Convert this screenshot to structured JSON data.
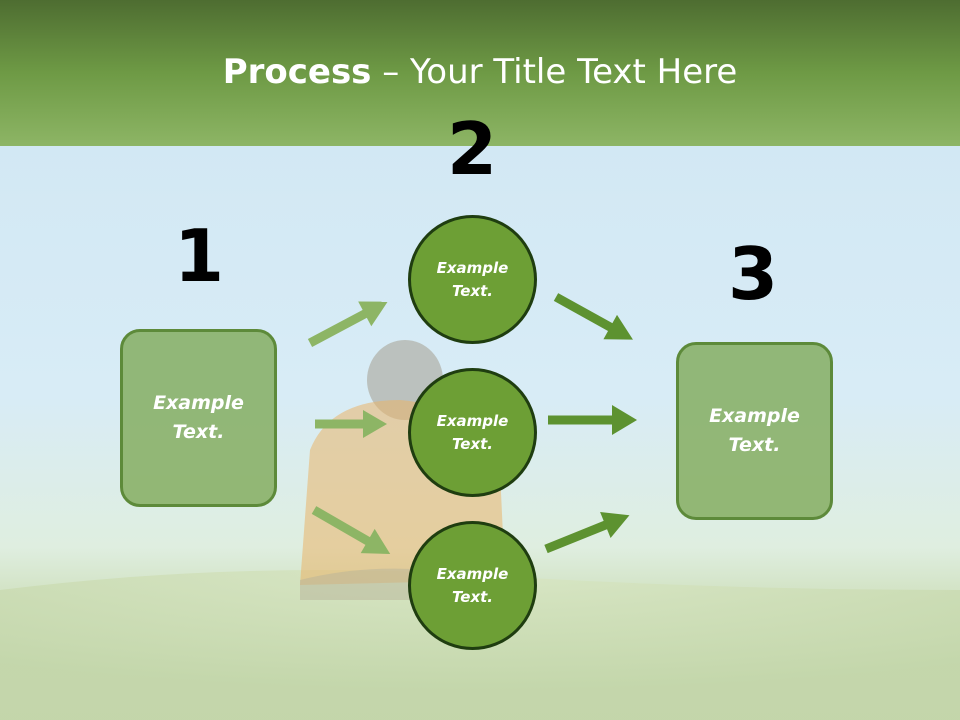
{
  "title": {
    "bold": "Process",
    "rest": " – Your Title Text Here"
  },
  "steps": {
    "one": "1",
    "two": "2",
    "three": "3"
  },
  "left_box": {
    "text": "Example\nText."
  },
  "right_box": {
    "text": "Example\nText."
  },
  "circles": [
    {
      "text": "Example\nText."
    },
    {
      "text": "Example\nText."
    },
    {
      "text": "Example\nText."
    }
  ],
  "colors": {
    "title_bar": "#6e9a45",
    "box_fill": "#81ab5c",
    "circle_fill": "#6d9f35",
    "circle_border": "#1f3d10",
    "arrow_light": "#8db565",
    "arrow_dark": "#5d9230"
  }
}
